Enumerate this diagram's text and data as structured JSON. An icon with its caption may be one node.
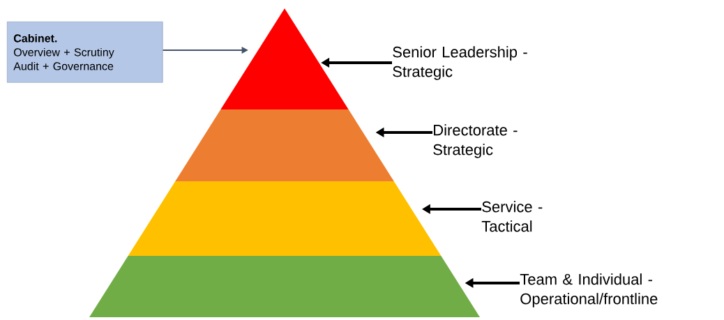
{
  "diagram": {
    "nodes": [
      {
        "text": [
          "Cabinet.",
          "Overview + Scrutiny",
          "Audit + Governance"
        ]
      },
      {
        "text": [],
        "shape": "triangle"
      },
      {
        "text": [],
        "shape": "trapezoid"
      },
      {
        "text": [],
        "shape": "trapezoid"
      },
      {
        "text": [],
        "shape": "trapezoid"
      },
      {
        "text": [
          "Senior Leadership - Strategic"
        ]
      },
      {
        "text": [
          "Directorate - Strategic"
        ]
      },
      {
        "text": [
          "Service - Tactical"
        ]
      },
      {
        "text": [
          "Team & Individual - Operational/frontline"
        ]
      }
    ],
    "edges": [
      {
        "from": 0,
        "to": 1,
        "arrow": "to",
        "color": "#44546a"
      },
      {
        "from": 5,
        "to": 1,
        "arrow": "to"
      },
      {
        "from": 6,
        "to": 2,
        "arrow": "to"
      },
      {
        "from": 7,
        "to": 3,
        "arrow": "to"
      },
      {
        "from": 8,
        "to": 4,
        "arrow": "to"
      }
    ]
  }
}
